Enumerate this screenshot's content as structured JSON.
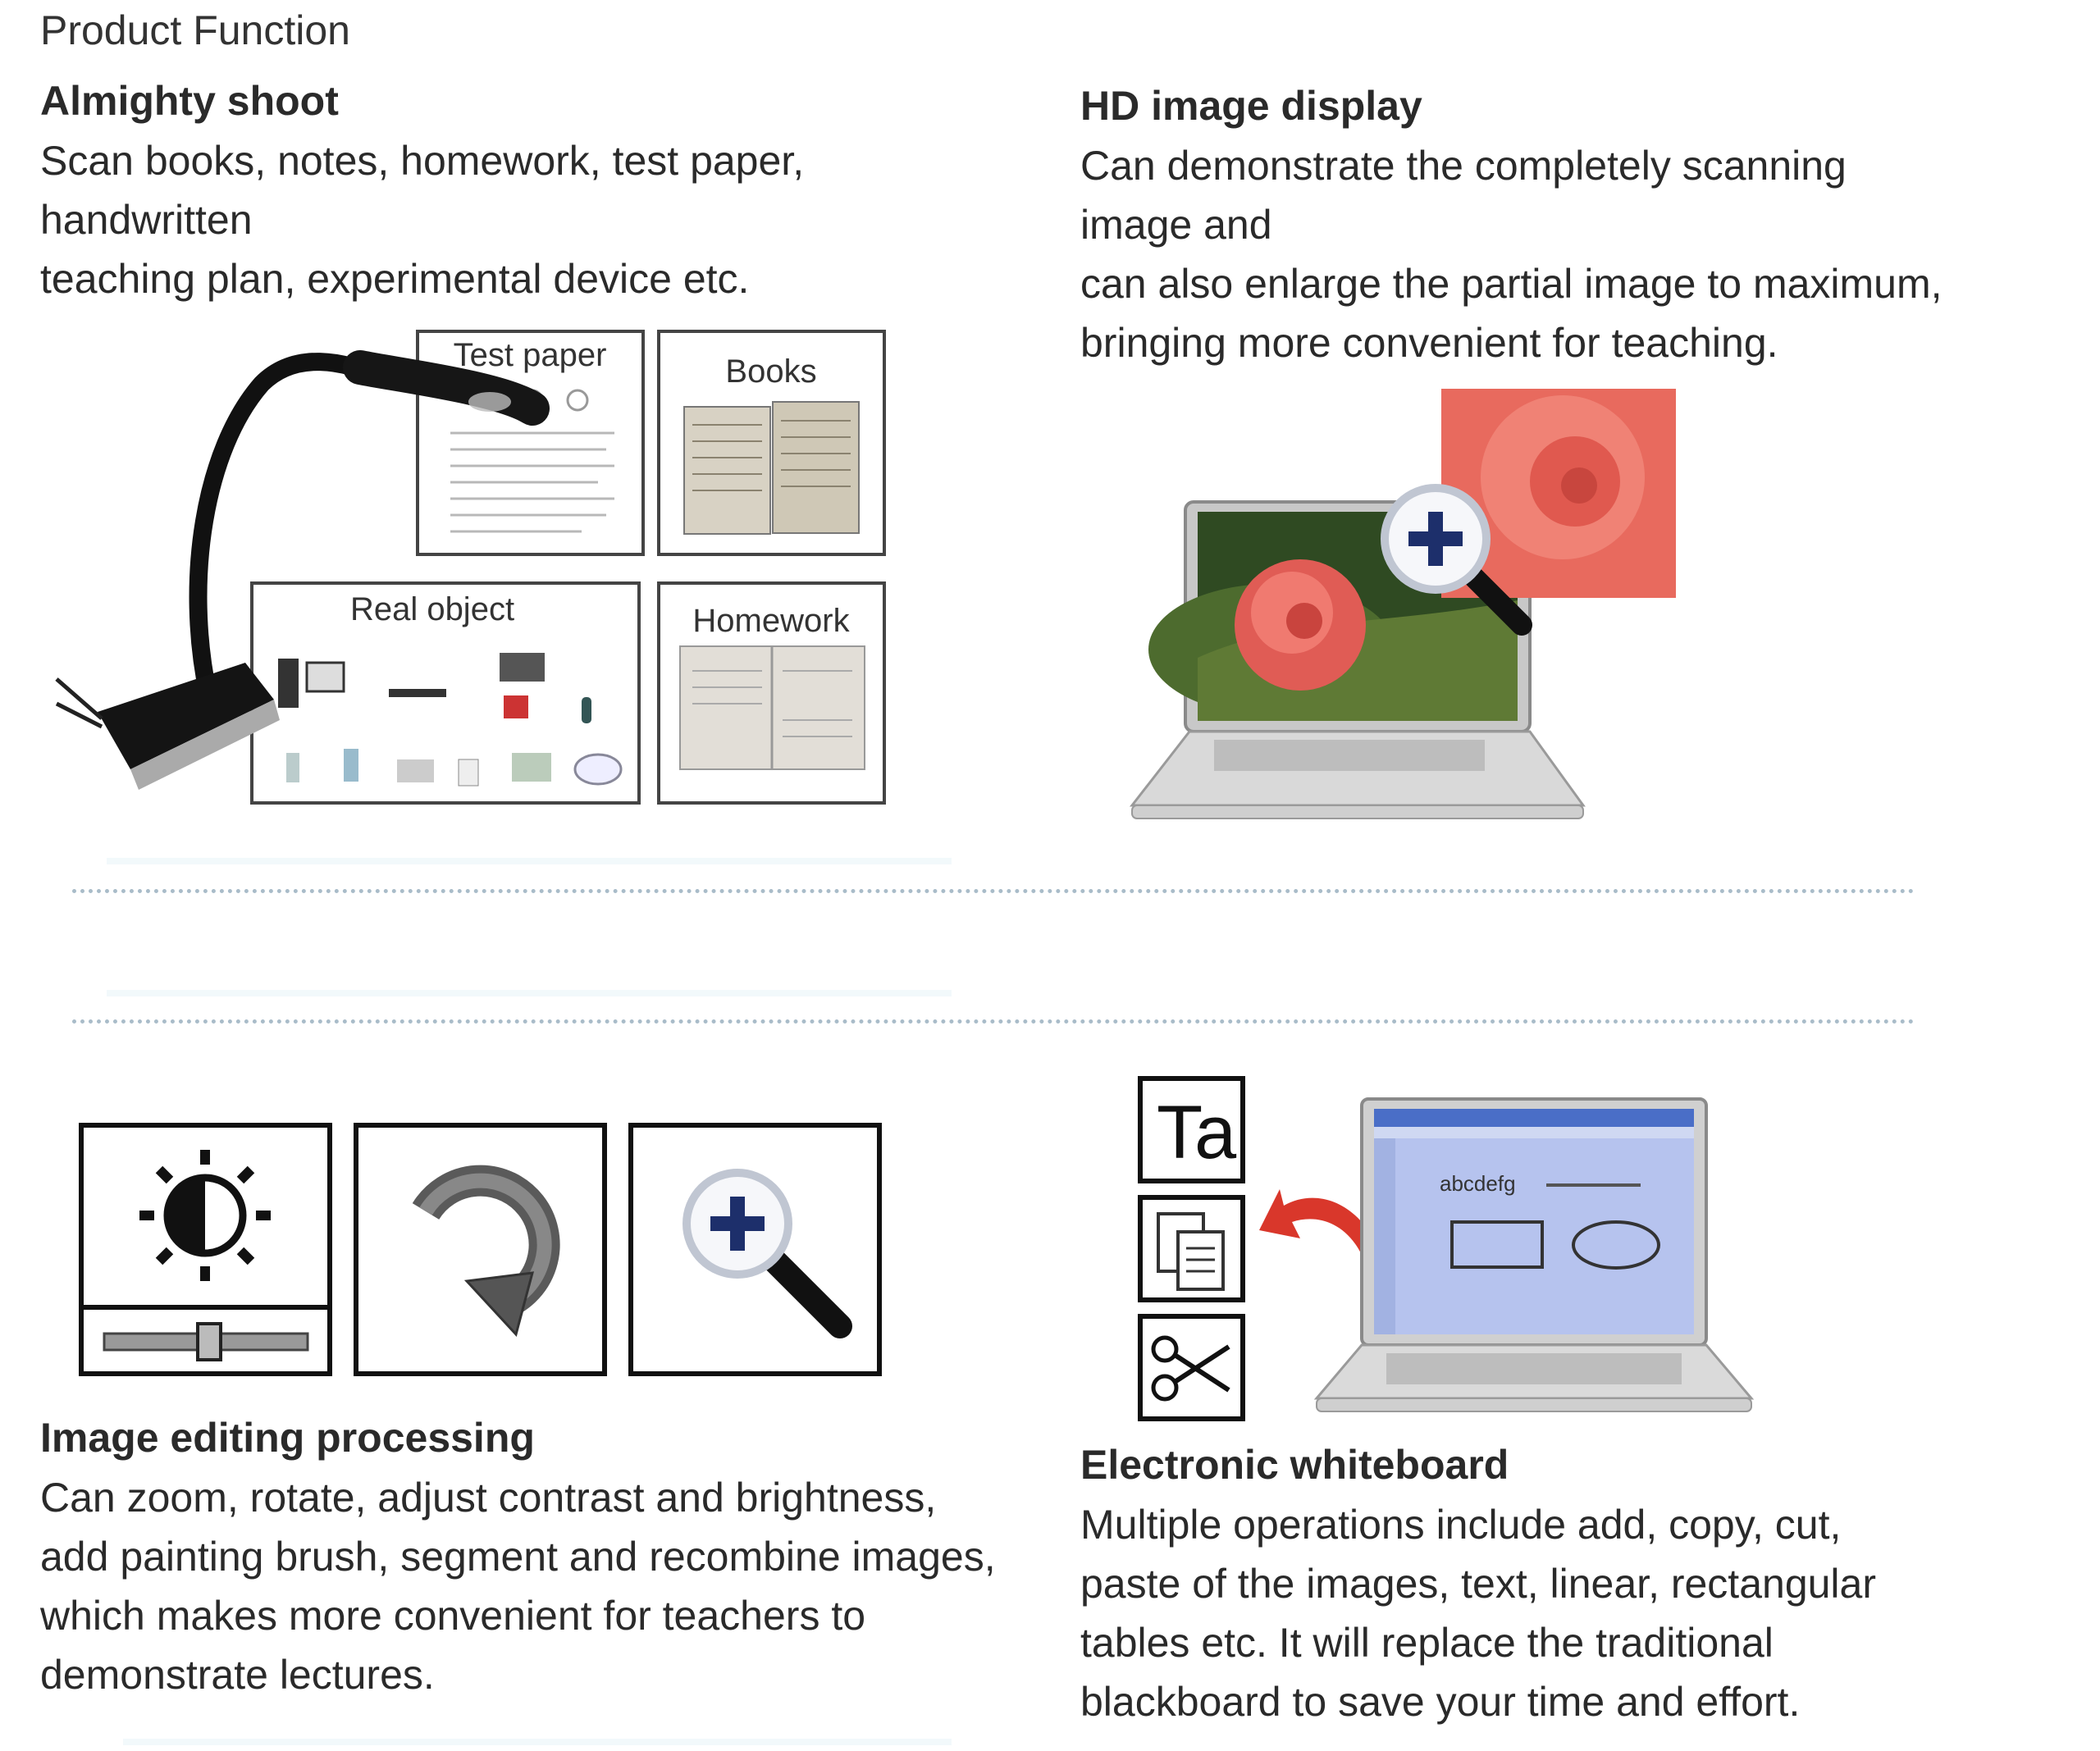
{
  "page": {
    "heading": "Product Function"
  },
  "almighty": {
    "title": "Almighty shoot",
    "lines": [
      "Scan books, notes, homework, test paper,",
      "handwritten",
      "teaching plan, experimental device etc."
    ],
    "image": {
      "panels": [
        "Test paper",
        "Books",
        "Real object",
        "Homework"
      ]
    }
  },
  "hd": {
    "title": "HD image display",
    "lines": [
      "Can demonstrate the completely scanning",
      "image and",
      "can also enlarge the partial image to maximum,",
      "bringing more convenient for teaching."
    ]
  },
  "editing": {
    "title": "Image editing processing",
    "lines": [
      "Can zoom, rotate, adjust contrast and brightness,",
      "add painting brush, segment and recombine images,",
      "which makes more convenient for teachers to",
      "demonstrate lectures."
    ]
  },
  "whiteboard": {
    "title": "Electronic whiteboard",
    "lines": [
      "Multiple operations include add, copy, cut,",
      "paste of the images, text, linear, rectangular",
      "tables etc. It will replace the traditional",
      "blackboard to save your time and effort."
    ],
    "image": {
      "text_tool_label": "Ta",
      "screen_text": "abcdefg"
    }
  },
  "colors": {
    "text": "#2a2a2a",
    "divider": "#a9bcc9",
    "magnifier_plus": "#1d2f6b",
    "rose": "#e8675c",
    "arrow": "#d9372b"
  },
  "icons": [
    "brightness-icon",
    "rotate-icon",
    "zoom-in-icon",
    "text-tool-icon",
    "copy-icon",
    "scissors-icon"
  ]
}
